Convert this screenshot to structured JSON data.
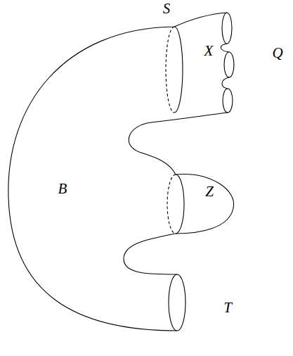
{
  "diagram": {
    "labels": [
      "S",
      "X",
      "Q",
      "B",
      "Z",
      "T"
    ]
  }
}
